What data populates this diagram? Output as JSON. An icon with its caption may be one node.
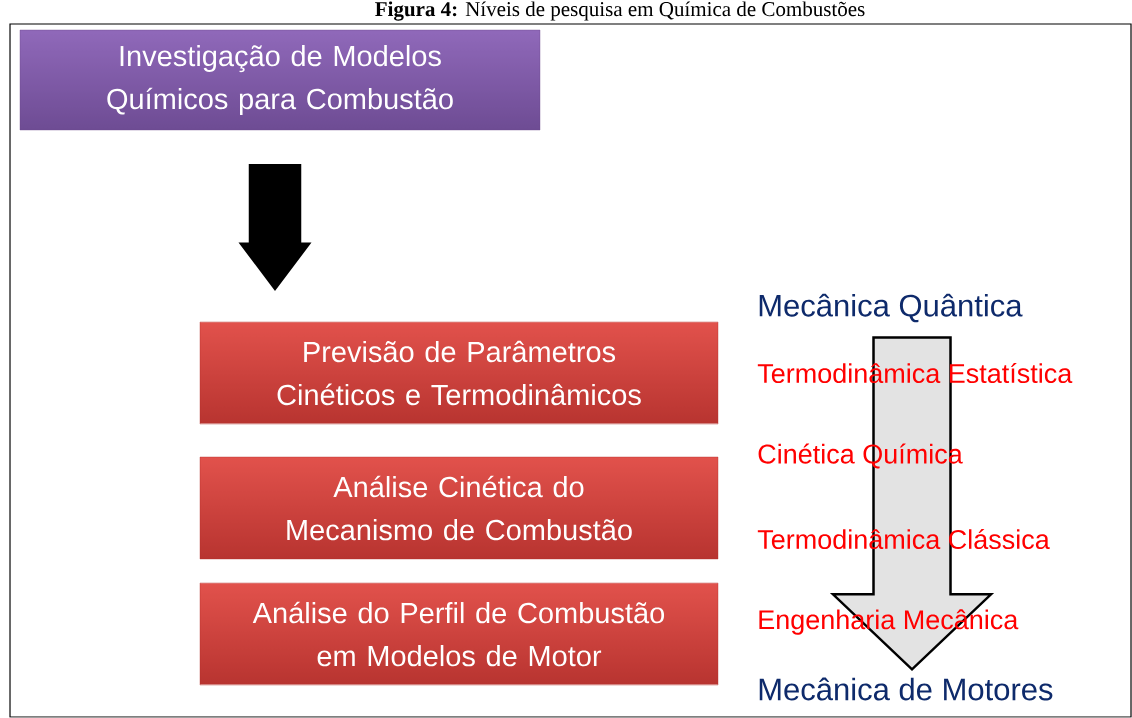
{
  "diagram": {
    "title": "**Figura 4:** Níveis de pesquisa em Química de Combustões",
    "nodes": [
      {
        "text": [
          "Investigação de Modelos Químicos para Combustão"
        ]
      },
      {
        "text": [
          "Previsão de Parâmetros Cinéticos e Termodinâmicos"
        ]
      },
      {
        "text": [
          "Análise Cinética do Mecanismo de Combustão"
        ]
      },
      {
        "text": [
          "Análise do Perfil de Combustão em Modelos de Motor"
        ]
      },
      {
        "text": [
          "Mecânica Quântica"
        ]
      },
      {
        "text": [
          "Mecânica de Motores"
        ]
      }
    ],
    "edges": [
      {
        "from": 0,
        "to": 1,
        "arrow": "to",
        "style": "thick",
        "color": "#000000"
      },
      {
        "from": 4,
        "to": 5,
        "arrow": "to",
        "style": "thick",
        "color": "#e3e3e3"
      }
    ],
    "labels": [
      "Termodinâmica Estatística",
      "Cinética Química",
      "Termodinâmica Clássica",
      "Engenharia Mecânica"
    ]
  }
}
